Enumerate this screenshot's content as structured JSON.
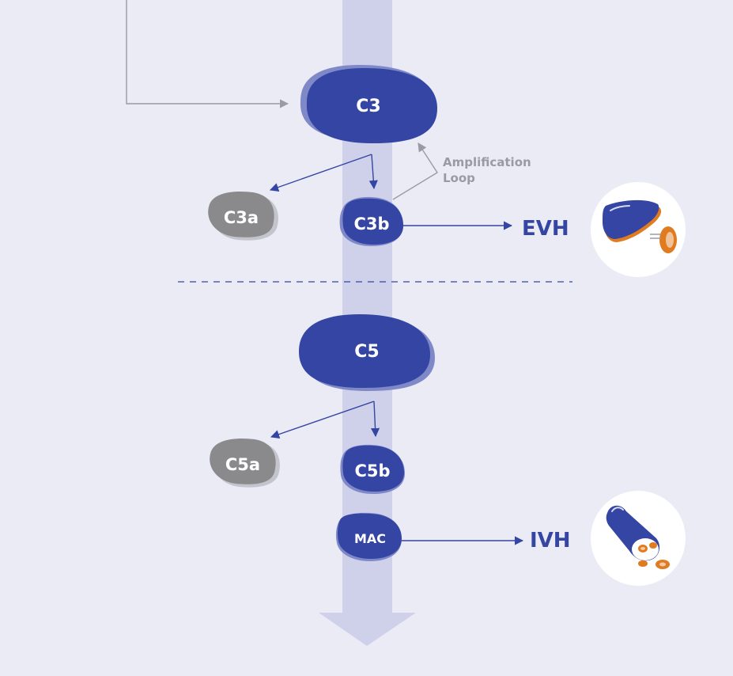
{
  "colors": {
    "background": "#ebebf6",
    "pathway_band": "#cfd1ea",
    "node_primary": "#3445a3",
    "node_shadow": "#7f89c8",
    "node_secondary": "#8a8a8c",
    "node_secondary_shadow": "#c4c4cc",
    "connector": "#3445a3",
    "loop_connector": "#9a9aa2",
    "accent_orange": "#e07b1f"
  },
  "nodes": {
    "c3": "C3",
    "c3a": "C3a",
    "c3b": "C3b",
    "c5": "C5",
    "c5a": "C5a",
    "c5b": "C5b",
    "mac": "MAC"
  },
  "amplification_loop": {
    "line1": "Amplification",
    "line2": "Loop"
  },
  "outcomes": {
    "evh": "EVH",
    "ivh": "IVH"
  },
  "icons": {
    "evh_icon": "liver-spleen-icon",
    "ivh_icon": "blood-vessel-icon"
  }
}
